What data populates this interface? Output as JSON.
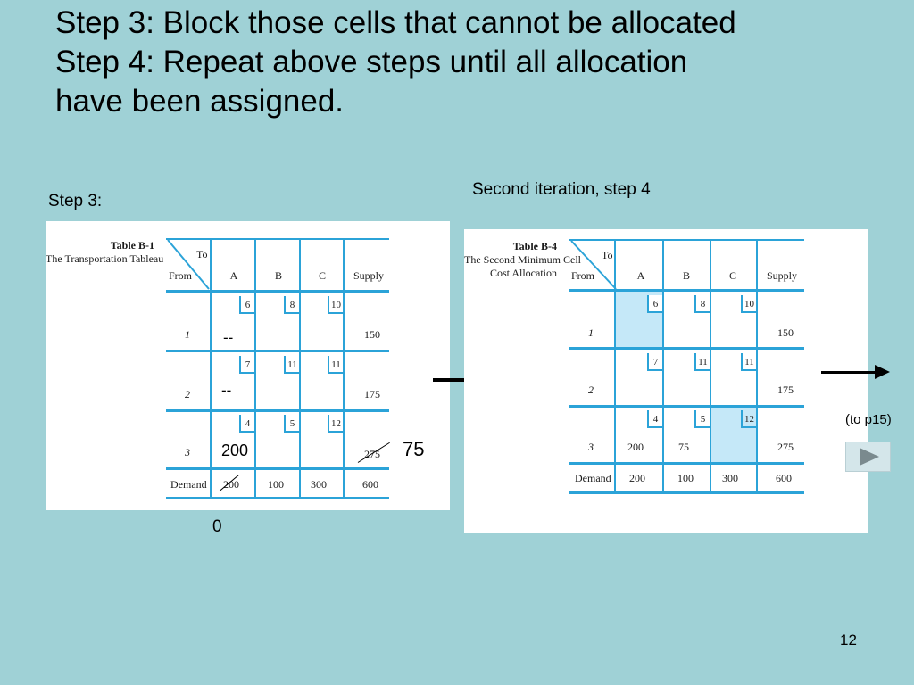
{
  "title": {
    "line1": "Step 3: Block those cells that cannot be allocated",
    "line2": "Step 4: Repeat above steps until all allocation",
    "line3": "have been assigned."
  },
  "left": {
    "caption": "Step 3:",
    "table_id": "Table B-1",
    "table_name": "The Transportation Tableau",
    "header_to": "To",
    "header_from": "From",
    "columns": [
      "A",
      "B",
      "C",
      "Supply"
    ],
    "rows": [
      {
        "label": "1",
        "costs": [
          "6",
          "8",
          "10"
        ],
        "supply": "150"
      },
      {
        "label": "2",
        "costs": [
          "7",
          "11",
          "11"
        ],
        "supply": "175"
      },
      {
        "label": "3",
        "costs": [
          "4",
          "5",
          "12"
        ],
        "supply": "275"
      }
    ],
    "demand_label": "Demand",
    "demand": [
      "200",
      "100",
      "300",
      "600"
    ],
    "annotations": {
      "blocked_1A": "--",
      "blocked_2A": "--",
      "alloc_3A": "200",
      "remaining_supply": "75",
      "remaining_demand": "0"
    }
  },
  "right": {
    "caption": "Second iteration, step 4",
    "table_id": "Table B-4",
    "table_name_1": "The Second Minimum Cell",
    "table_name_2": "Cost Allocation",
    "header_to": "To",
    "header_from": "From",
    "columns": [
      "A",
      "B",
      "C",
      "Supply"
    ],
    "rows": [
      {
        "label": "1",
        "costs": [
          "6",
          "8",
          "10"
        ],
        "supply": "150"
      },
      {
        "label": "2",
        "costs": [
          "7",
          "11",
          "11"
        ],
        "supply": "175"
      },
      {
        "label": "3",
        "costs": [
          "4",
          "5",
          "12"
        ],
        "supply": "275",
        "alloc": [
          "200",
          "75"
        ]
      }
    ],
    "demand_label": "Demand",
    "demand": [
      "200",
      "100",
      "300",
      "600"
    ],
    "highlight_color": "#c5e8f8"
  },
  "nav": {
    "next_label": "(to p15)"
  },
  "page_number": "12",
  "colors": {
    "background": "#9fd1d6",
    "grid": "#2ba3d8"
  }
}
